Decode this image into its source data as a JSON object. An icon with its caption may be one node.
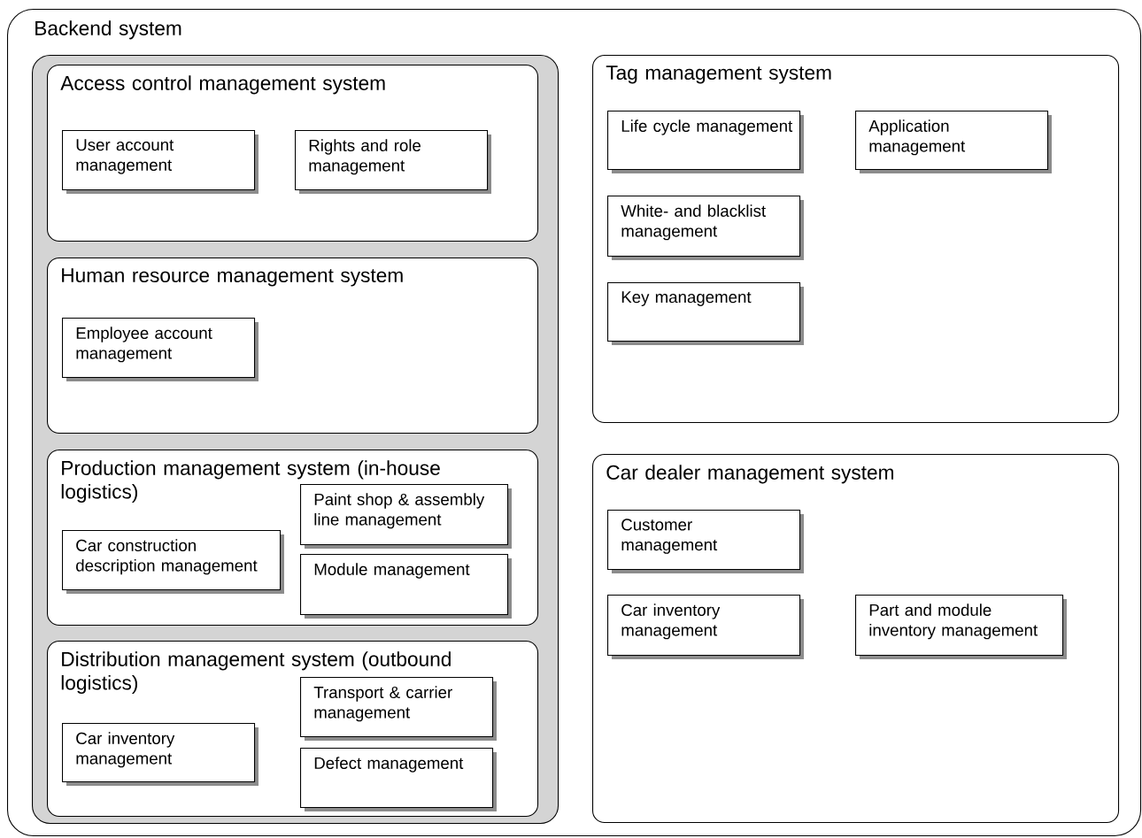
{
  "diagram": {
    "nodes": [
      {
        "text": [
          "Backend system"
        ]
      },
      {
        "text": [],
        "shape": "box",
        "in": 0
      },
      {
        "text": [
          "Access control management system"
        ],
        "in": 1
      },
      {
        "text": [
          "User account management"
        ],
        "in": 2
      },
      {
        "text": [
          "Rights and role management"
        ],
        "in": 2
      },
      {
        "text": [
          "Human resource management system"
        ],
        "in": 1
      },
      {
        "text": [
          "Employee account management"
        ],
        "in": 5
      },
      {
        "text": [
          "Production management system (in-house logistics)"
        ],
        "in": 1
      },
      {
        "text": [
          "Paint shop & assembly line management"
        ],
        "in": 7
      },
      {
        "text": [
          "Car construction description management"
        ],
        "in": 7
      },
      {
        "text": [
          "Module management"
        ],
        "in": 7
      },
      {
        "text": [
          "Distribution management system (outbound logistics)"
        ],
        "in": 1
      },
      {
        "text": [
          "Transport & carrier management"
        ],
        "in": 11
      },
      {
        "text": [
          "Car inventory management"
        ],
        "in": 11
      },
      {
        "text": [
          "Defect management"
        ],
        "in": 11
      },
      {
        "text": [
          "Tag management system"
        ],
        "in": 0
      },
      {
        "text": [
          "Life cycle management"
        ],
        "in": 15
      },
      {
        "text": [
          "Application management"
        ],
        "in": 15
      },
      {
        "text": [
          "White- and blacklist management"
        ],
        "in": 15
      },
      {
        "text": [
          "Key management"
        ],
        "in": 15
      },
      {
        "text": [
          "Car dealer management system"
        ],
        "in": 0
      },
      {
        "text": [
          "Customer management"
        ],
        "in": 20
      },
      {
        "text": [
          "Car inventory management"
        ],
        "in": 20
      },
      {
        "text": [
          "Part and module inventory management"
        ],
        "in": 20
      }
    ],
    "edges": []
  }
}
